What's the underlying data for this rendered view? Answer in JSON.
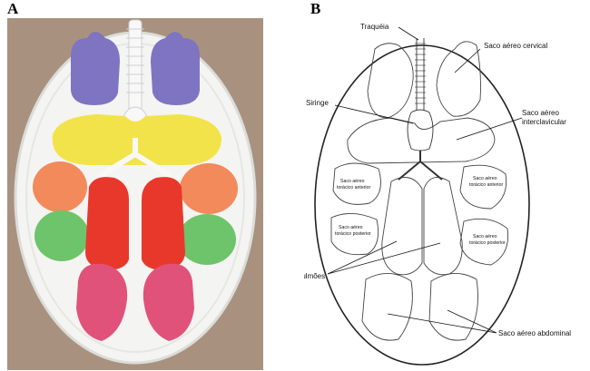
{
  "panels": {
    "a_letter": "A",
    "b_letter": "B"
  },
  "colors": {
    "tray": "#f4f4f2",
    "backdrop": "#a8927f",
    "cervical_sac": "#7f74c2",
    "interclavicular_sac": "#f3e34a",
    "anterior_thoracic_sac": "#f28a5c",
    "posterior_thoracic_sac": "#6ec46a",
    "lungs": "#e8382c",
    "abdominal_sac": "#e0527a",
    "trachea": "#f8f8f8"
  },
  "labels": {
    "trachea": "Traquéia",
    "cervical": "Saco aéreo cervical",
    "syrinx": "Siringe",
    "interclavicular_line1": "Saco aéreo",
    "interclavicular_line2": "interclavicular",
    "ant_thoracic_line1": "Saco aéreo",
    "ant_thoracic_line2": "torácico anterior",
    "post_thoracic_line1": "Saco aéreo",
    "post_thoracic_line2": "torácico posterior",
    "lungs": "Pulmões",
    "abdominal": "Saco aéreo abdominal"
  }
}
